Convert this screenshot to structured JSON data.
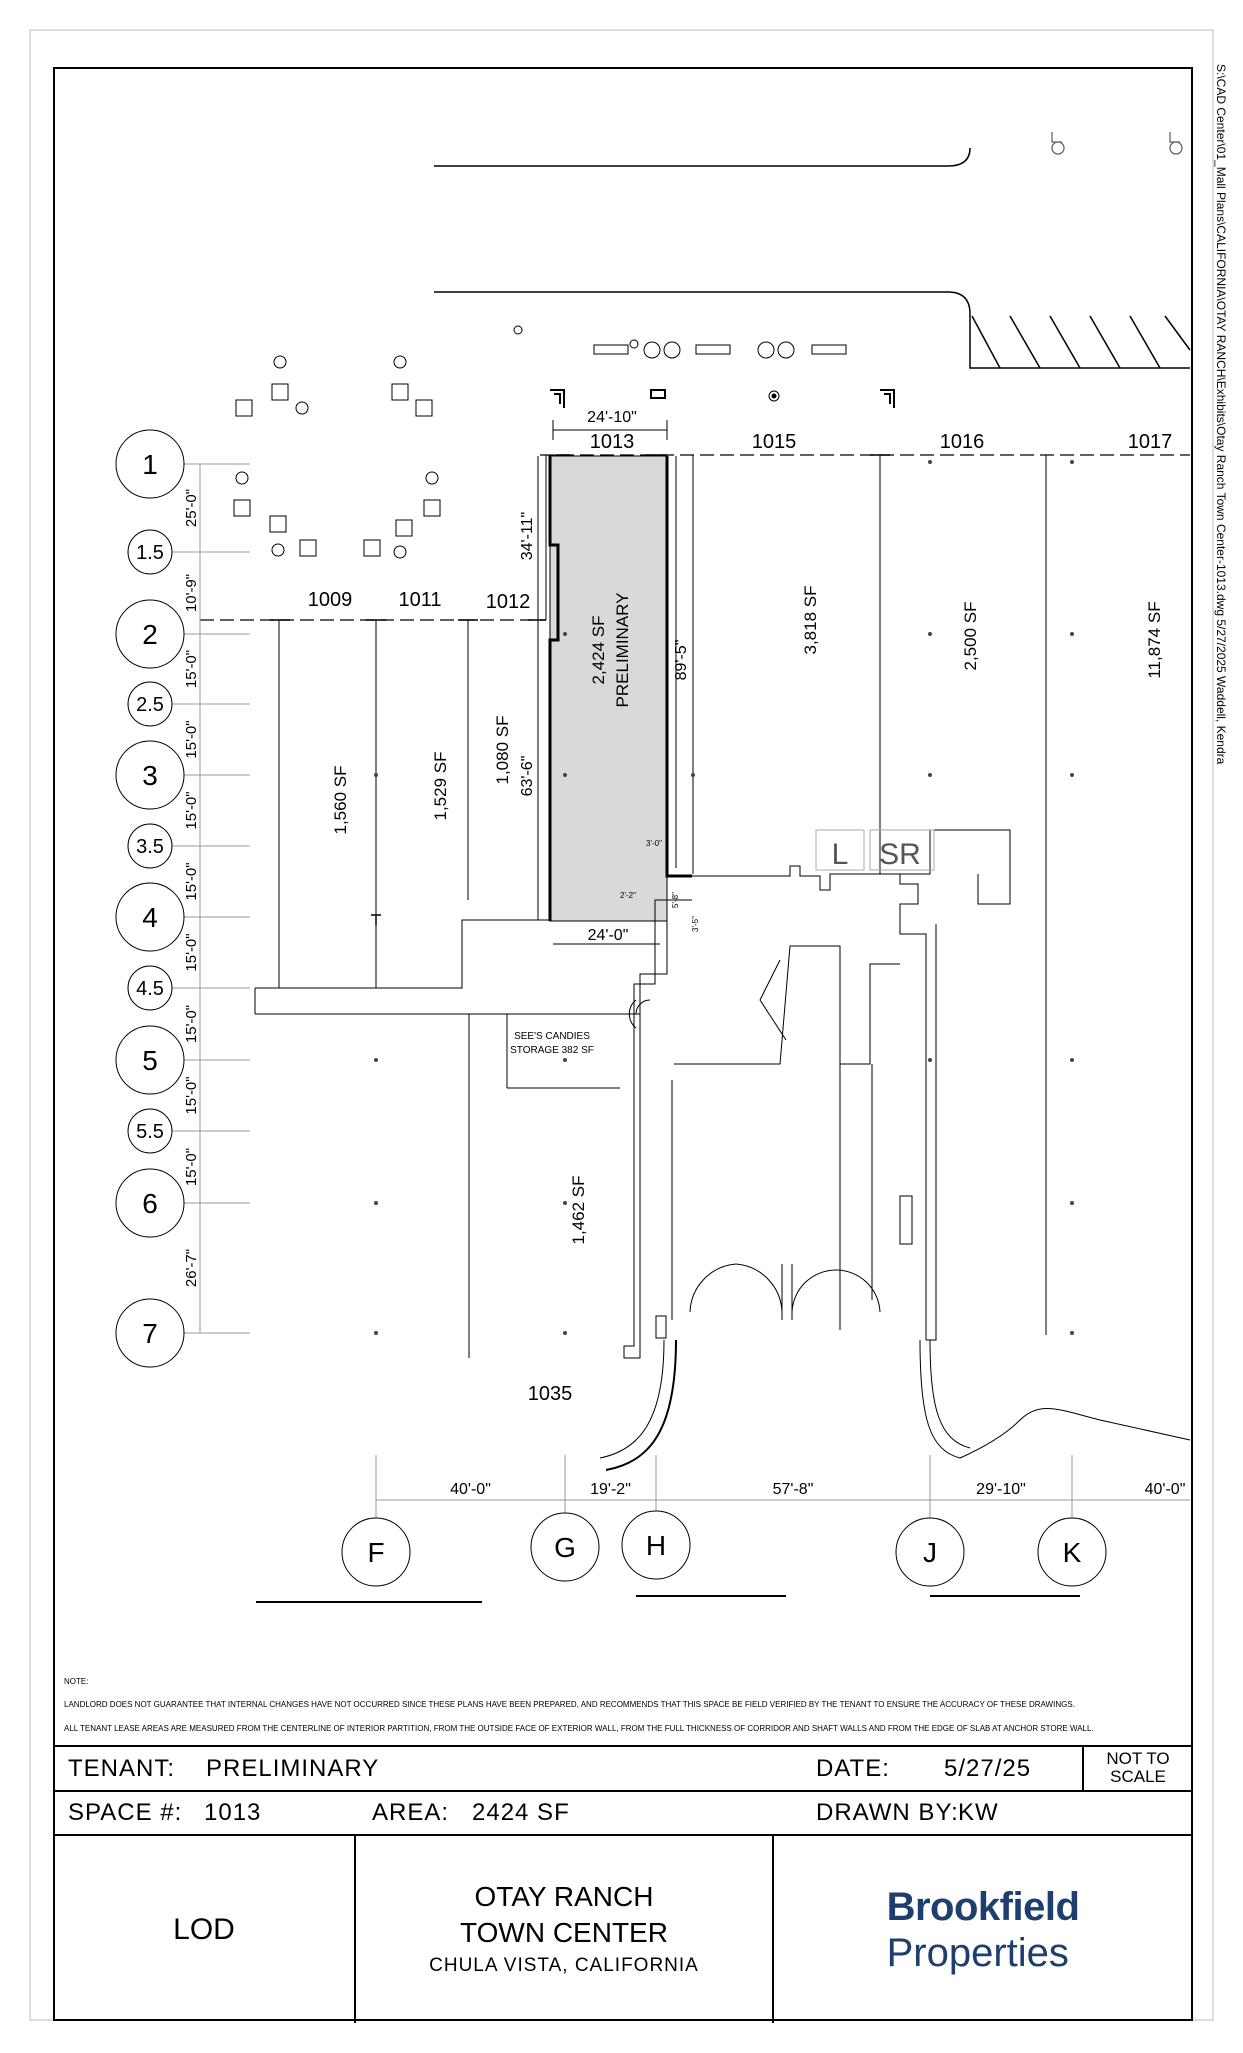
{
  "file_path_note": "S:\\CAD Center\\01_Mall Plans\\CALIFORNIA\\OTAY RANCH\\Exhibits\\Otay Ranch Town Center-1013.dwg 5/27/2025 Waddell, Kendra",
  "grid_rows": [
    {
      "label": "1",
      "minor": false
    },
    {
      "label": "1.5",
      "minor": true
    },
    {
      "label": "2",
      "minor": false
    },
    {
      "label": "2.5",
      "minor": true
    },
    {
      "label": "3",
      "minor": false
    },
    {
      "label": "3.5",
      "minor": true
    },
    {
      "label": "4",
      "minor": false
    },
    {
      "label": "4.5",
      "minor": true
    },
    {
      "label": "5",
      "minor": false
    },
    {
      "label": "5.5",
      "minor": true
    },
    {
      "label": "6",
      "minor": false
    },
    {
      "label": "7",
      "minor": false
    }
  ],
  "row_dims": [
    "25'-0\"",
    "10'-9\"",
    "15'-0\"",
    "15'-0\"",
    "15'-0\"",
    "15'-0\"",
    "15'-0\"",
    "15'-0\"",
    "15'-0\"",
    "15'-0\"",
    "26'-7\""
  ],
  "grid_cols": [
    "F",
    "G",
    "H",
    "J",
    "K"
  ],
  "col_dims": [
    "40'-0\"",
    "19'-2\"",
    "57'-8\"",
    "29'-10\"",
    "40'-0\""
  ],
  "spaces": {
    "s1009": "1009",
    "s1011": "1011",
    "s1012": "1012",
    "s1013": "1013",
    "s1015": "1015",
    "s1016": "1016",
    "s1017": "1017",
    "s1035": "1035"
  },
  "areas": {
    "a1013": "2,424 SF",
    "a1013_note": "PRELIMINARY",
    "a1015": "3,818 SF",
    "a1016": "2,500 SF",
    "a1017": "11,874 SF",
    "a1009": "1,560 SF",
    "a1011": "1,529 SF",
    "a1012": "1,080 SF",
    "a1035": "1,462 SF"
  },
  "dims": {
    "d_top": "24'-10\"",
    "d_bottom": "24'-0\"",
    "d_left_upper": "34'-11\"",
    "d_left_lower": "63'-6\"",
    "d_right": "89'-5\"",
    "d_small1": "3'-0\"",
    "d_small2": "2'-2\"",
    "d_small3": "5'-8\"",
    "d_small4": "3'-5\""
  },
  "restrooms": {
    "l": "L",
    "sr": "SR"
  },
  "storage": {
    "line1": "SEE'S CANDIES",
    "line2": "STORAGE 382 SF"
  },
  "notes": {
    "title": "NOTE:",
    "n1": "LANDLORD DOES NOT GUARANTEE THAT INTERNAL  CHANGES HAVE NOT OCCURRED SINCE THESE PLANS HAVE BEEN PREPARED, AND RECOMMENDS THAT THIS SPACE BE FIELD VERIFIED BY THE TENANT TO ENSURE THE ACCURACY OF THESE DRAWINGS.",
    "n2": "ALL TENANT LEASE AREAS ARE MEASURED FROM THE CENTERLINE OF INTERIOR PARTITION, FROM THE OUTSIDE FACE OF EXTERIOR WALL, FROM THE FULL THICKNESS OF CORRIDOR AND SHAFT WALLS AND FROM THE EDGE OF SLAB AT ANCHOR STORE WALL."
  },
  "title_block": {
    "tenant_label": "TENANT:",
    "tenant": "PRELIMINARY",
    "date_label": "DATE:",
    "date": "5/27/25",
    "scale_line1": "NOT TO",
    "scale_line2": "SCALE",
    "space_label": "SPACE #:",
    "space": "1013",
    "area_label": "AREA:",
    "area": "2424 SF",
    "drawn_label": "DRAWN BY:",
    "drawn": "KW",
    "doc_type": "LOD",
    "project_line1": "OTAY RANCH",
    "project_line2": "TOWN CENTER",
    "project_location": "CHULA VISTA, CALIFORNIA",
    "brand_line1": "Brookfield",
    "brand_line2": "Properties",
    "brand_color": "#1e3e6e"
  },
  "colors": {
    "highlight": "#d9d9d9",
    "line": "#000000",
    "grid": "#9a9a9a"
  }
}
